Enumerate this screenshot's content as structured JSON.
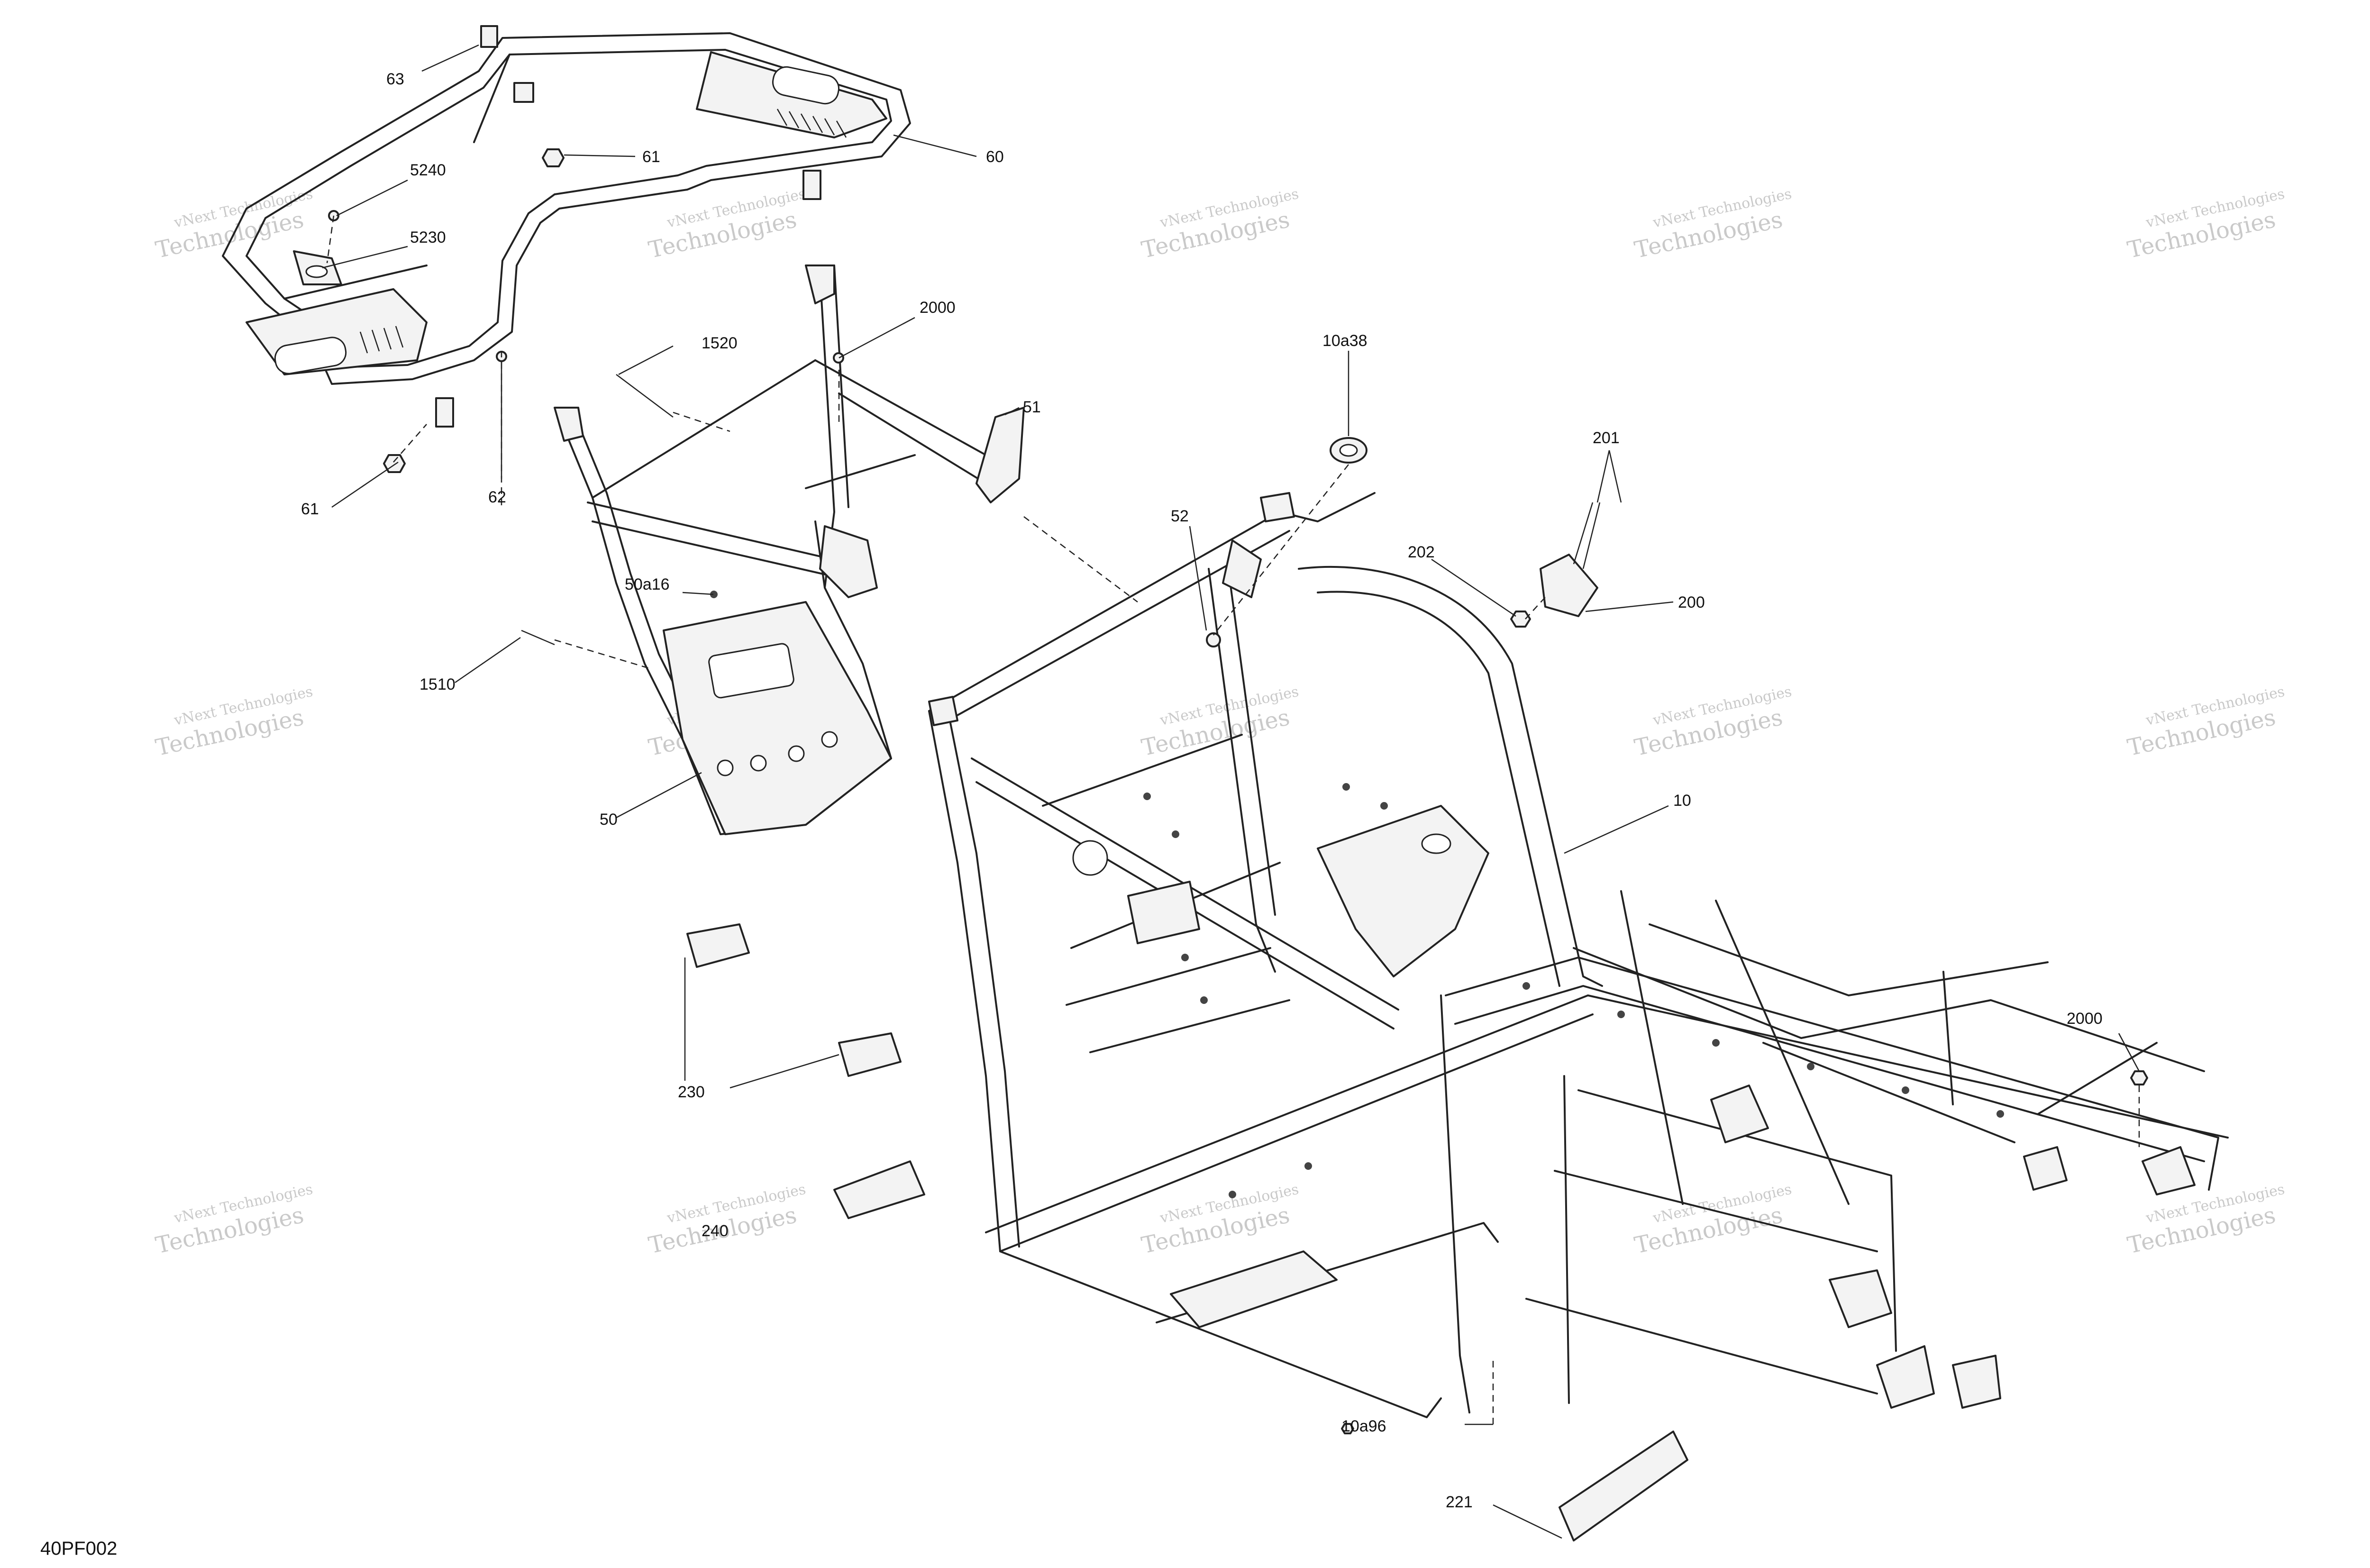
{
  "diagram": {
    "figure_id": "40PF002",
    "watermark": {
      "line1": "vNext Technologies",
      "line2": "Technologies"
    },
    "callouts": [
      {
        "id": "callout-63",
        "text": "63"
      },
      {
        "id": "callout-61-top",
        "text": "61"
      },
      {
        "id": "callout-60",
        "text": "60"
      },
      {
        "id": "callout-5240",
        "text": "5240"
      },
      {
        "id": "callout-5230",
        "text": "5230"
      },
      {
        "id": "callout-2000-top",
        "text": "2000"
      },
      {
        "id": "callout-1520",
        "text": "1520"
      },
      {
        "id": "callout-51",
        "text": "51"
      },
      {
        "id": "callout-10a38",
        "text": "10a38"
      },
      {
        "id": "callout-201",
        "text": "201"
      },
      {
        "id": "callout-61-left",
        "text": "61"
      },
      {
        "id": "callout-62",
        "text": "62"
      },
      {
        "id": "callout-52",
        "text": "52"
      },
      {
        "id": "callout-202",
        "text": "202"
      },
      {
        "id": "callout-200",
        "text": "200"
      },
      {
        "id": "callout-50a16",
        "text": "50a16"
      },
      {
        "id": "callout-1510",
        "text": "1510"
      },
      {
        "id": "callout-50",
        "text": "50"
      },
      {
        "id": "callout-10",
        "text": "10"
      },
      {
        "id": "callout-2000-right",
        "text": "2000"
      },
      {
        "id": "callout-230",
        "text": "230"
      },
      {
        "id": "callout-240",
        "text": "240"
      },
      {
        "id": "callout-10a96",
        "text": "10a96"
      },
      {
        "id": "callout-221",
        "text": "221"
      }
    ]
  }
}
